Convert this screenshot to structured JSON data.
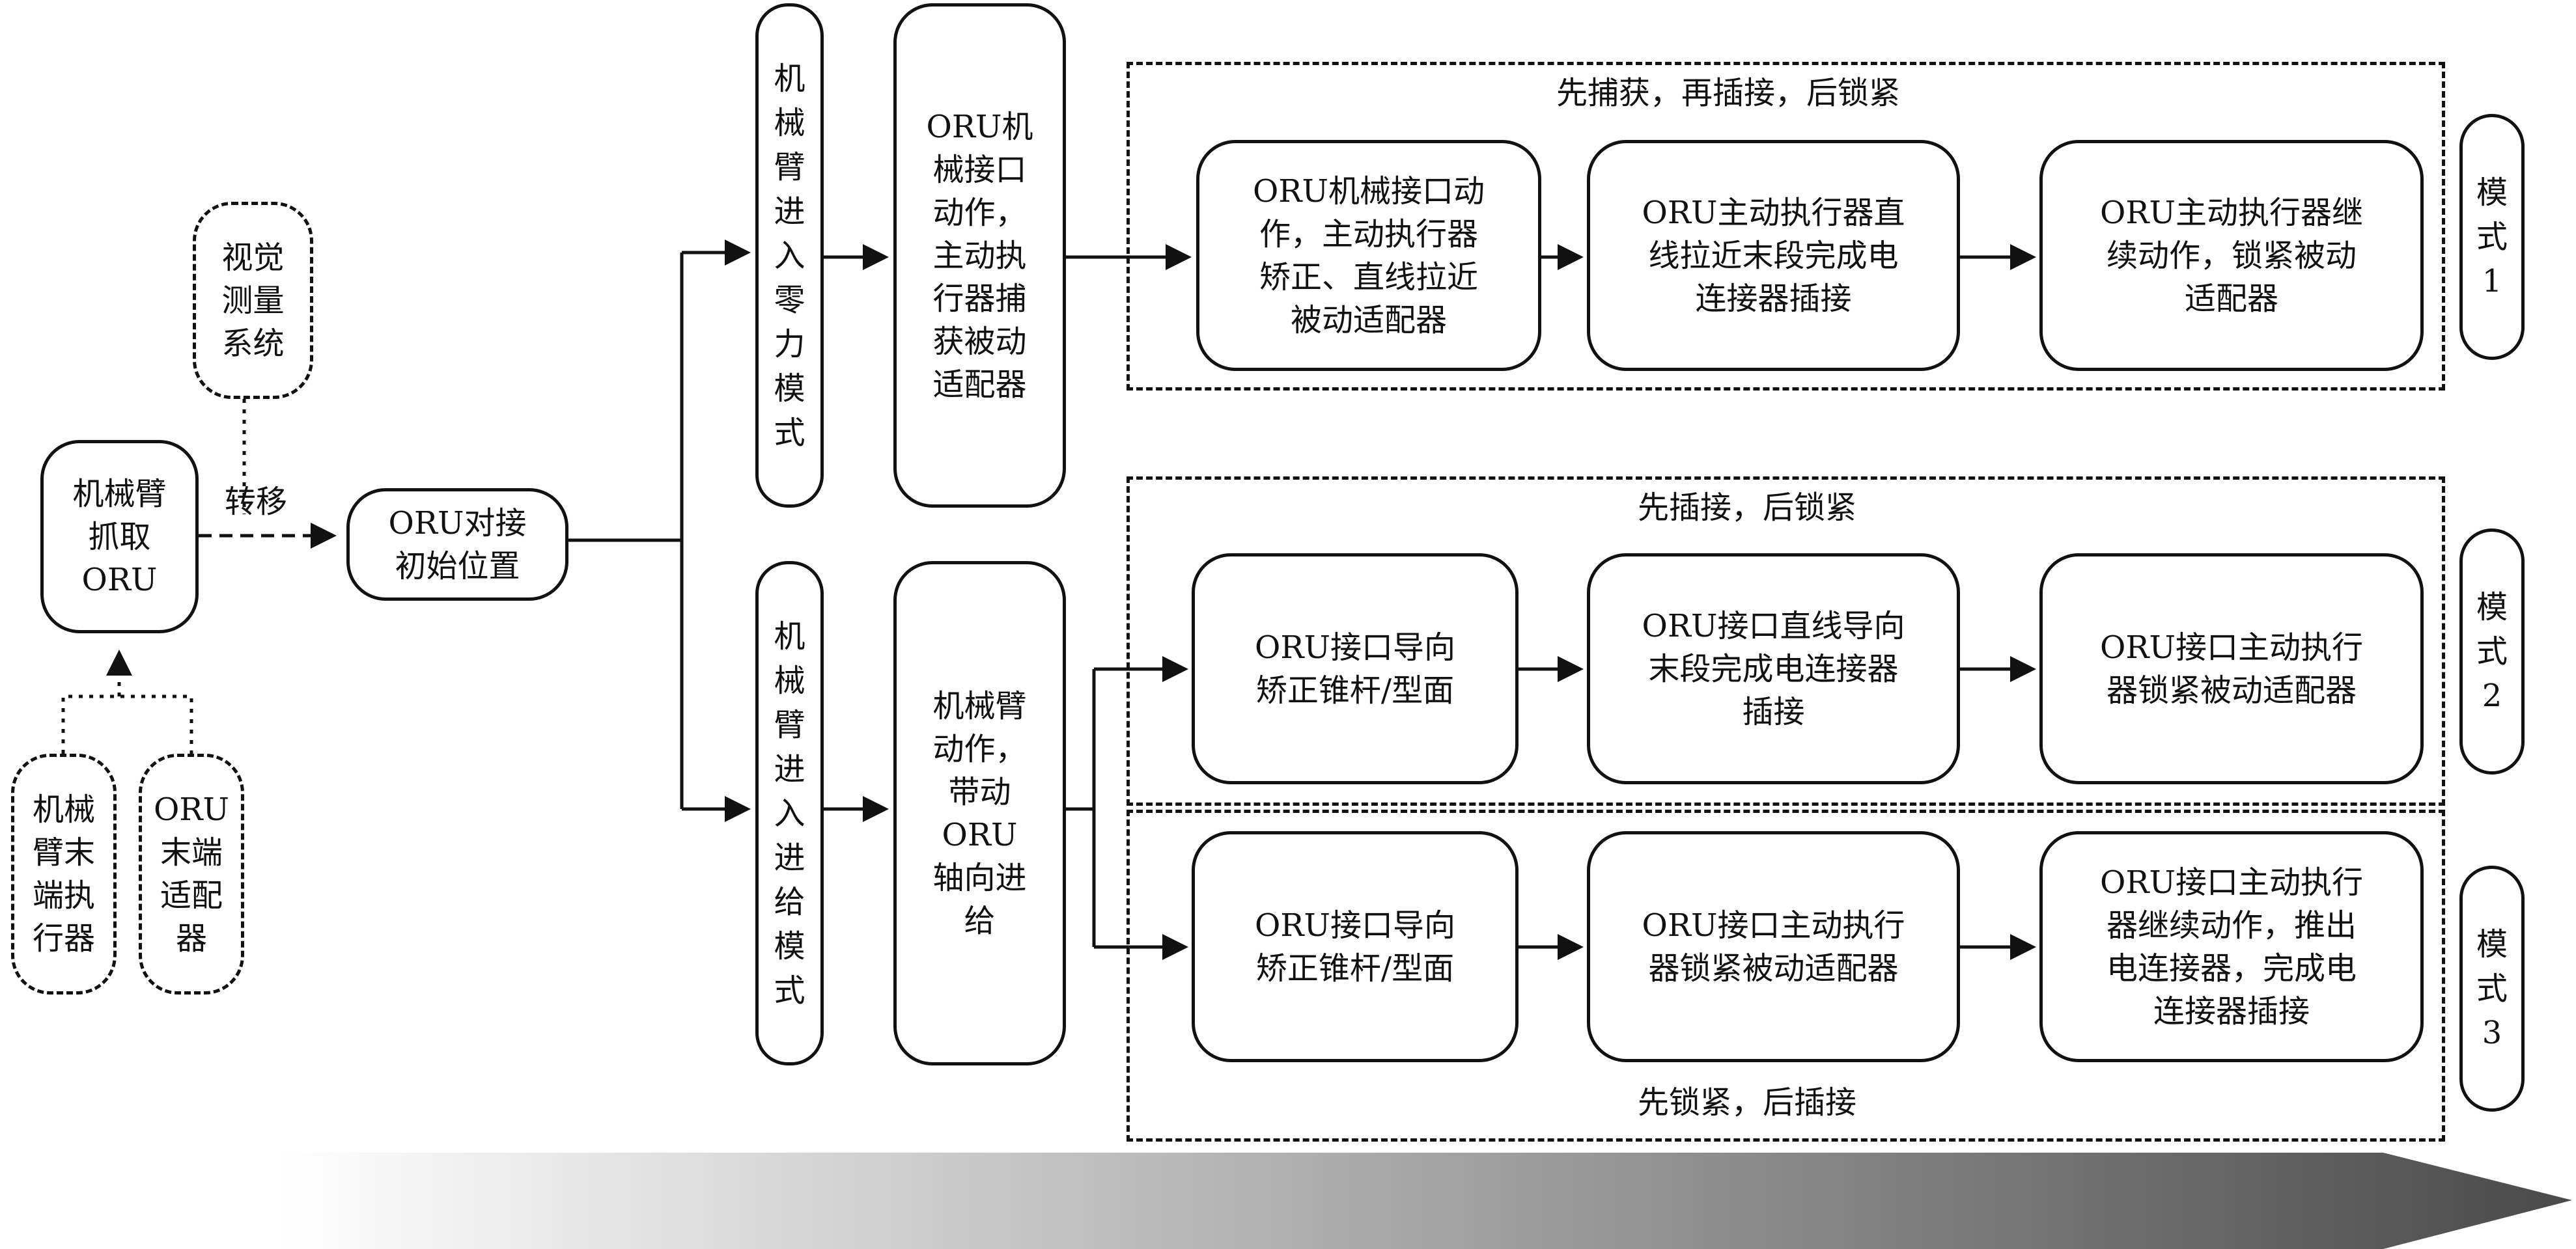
{
  "nodes": {
    "grab_oru": "机械臂\n抓取\nORU",
    "vision": "视觉\n测量\n系统",
    "arm_end_effector": "机械\n臂末\n端执\n行器",
    "oru_end_adapter": "ORU\n末端\n适配\n器",
    "docking_init": "ORU对接\n初始位置",
    "zero_force_mode": "机\n械\n臂\n进\n入\n零\n力\n模\n式",
    "feed_mode": "机\n械\n臂\n进\n入\n进\n给\n模\n式",
    "oru_mech_capture": "ORU机\n械接口\n动作，\n主动执\n行器捕\n获被动\n适配器",
    "arm_axial_feed": "机械臂\n动作，\n带动\nORU\n轴向进\n给",
    "m1_step1": "ORU机械接口动\n作，主动执行器\n矫正、直线拉近\n被动适配器",
    "m1_step2": "ORU主动执行器直\n线拉近末段完成电\n连接器插接",
    "m1_step3": "ORU主动执行器继\n续动作，锁紧被动\n适配器",
    "m2_step1": "ORU接口导向\n矫正锥杆/型面",
    "m2_step2": "ORU接口直线导向\n末段完成电连接器\n插接",
    "m2_step3": "ORU接口主动执行\n器锁紧被动适配器",
    "m3_step1": "ORU接口导向\n矫正锥杆/型面",
    "m3_step2": "ORU接口主动执行\n器锁紧被动适配器",
    "m3_step3": "ORU接口主动执行\n器继续动作，推出\n电连接器，完成电\n连接器插接"
  },
  "modes": {
    "mode1": "模\n式\n1",
    "mode2": "模\n式\n2",
    "mode3": "模\n式\n3"
  },
  "labels": {
    "transfer": "转移",
    "group1": "先捕获，再插接，后锁紧",
    "group2": "先插接，后锁紧",
    "group3": "先锁紧，后插接"
  }
}
